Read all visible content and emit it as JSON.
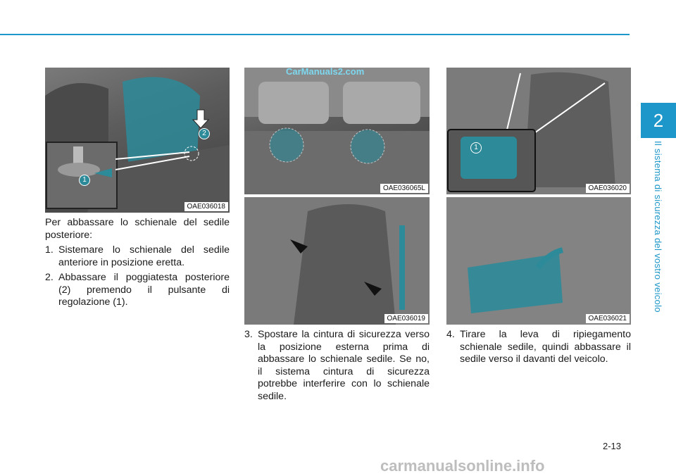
{
  "chapter": {
    "number": "2",
    "title": "Il sistema di sicurezza del vostro veicolo"
  },
  "figures": [
    {
      "code": "OAE036018",
      "callouts": [
        "1",
        "2"
      ]
    },
    {
      "code": "OAE036065L",
      "callouts": []
    },
    {
      "code": "OAE036019",
      "callouts": []
    },
    {
      "code": "OAE036020",
      "callouts": [
        "1"
      ]
    },
    {
      "code": "OAE036021",
      "callouts": []
    }
  ],
  "intro": "Per abbassare lo schienale del sedile posteriore:",
  "steps": [
    {
      "num": "1.",
      "text": "Sistemare lo schienale del sedile anteriore in posizione eretta."
    },
    {
      "num": "2.",
      "text": "Abbassare il poggiatesta posteriore (2) premendo il pulsante di regolazione (1)."
    },
    {
      "num": "3.",
      "text": "Spostare la cintura di sicurezza verso la posizione esterna prima di abbassare lo schienale sedile. Se no, il sistema cintura di sicurezza potrebbe interferire con lo schienale sedile."
    },
    {
      "num": "4.",
      "text": "Tirare la leva di ripiegamento schienale sedile, quindi abbassare il sedile verso il davanti del veicolo."
    }
  ],
  "page_number": "2-13",
  "watermarks": {
    "top": "CarManuals2.com",
    "bottom": "carmanualsonline.info"
  },
  "colors": {
    "accent": "#1d97c9",
    "highlight": "#2d8a99"
  }
}
